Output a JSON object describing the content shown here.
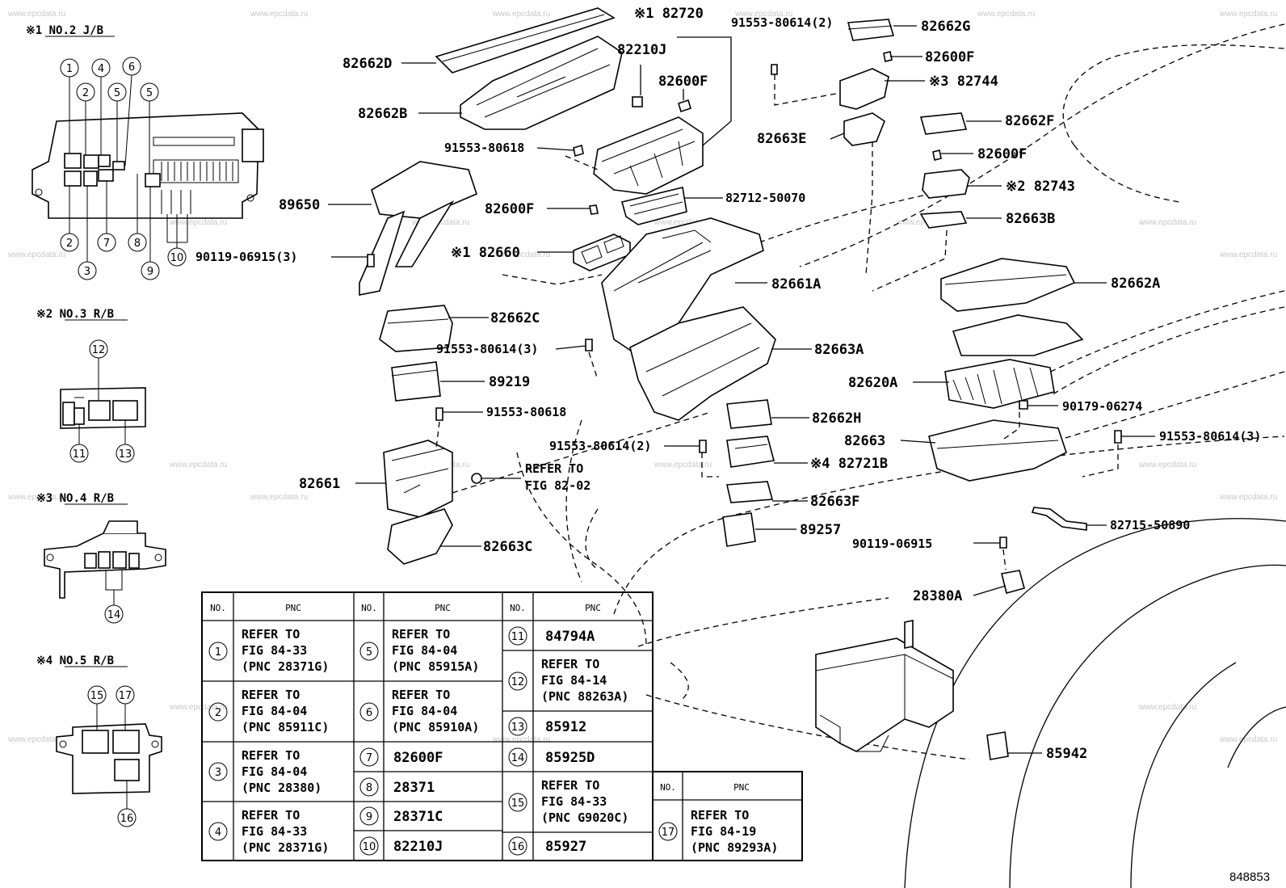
{
  "watermark": "www.epcdata.ru",
  "figure_number": "848853",
  "insets": [
    {
      "mark": "※1",
      "title": "NO.2 J/B",
      "callouts": [
        "1",
        "2",
        "3",
        "4",
        "5",
        "5",
        "6",
        "7",
        "8",
        "9",
        "10"
      ]
    },
    {
      "mark": "※2",
      "title": "NO.3 R/B",
      "callouts": [
        "11",
        "12",
        "13"
      ]
    },
    {
      "mark": "※3",
      "title": "NO.4 R/B",
      "callouts": [
        "14"
      ]
    },
    {
      "mark": "※4",
      "title": "NO.5 R/B",
      "callouts": [
        "15",
        "16",
        "17"
      ]
    }
  ],
  "part_labels": [
    {
      "text": "※1 82720"
    },
    {
      "text": "91553-80614(2)"
    },
    {
      "text": "82662G"
    },
    {
      "text": "82662D"
    },
    {
      "text": "82210J"
    },
    {
      "text": "82600F"
    },
    {
      "text": "82600F"
    },
    {
      "text": "※3 82744"
    },
    {
      "text": "82662B"
    },
    {
      "text": "82663E"
    },
    {
      "text": "82662F"
    },
    {
      "text": "91553-80618"
    },
    {
      "text": "82600F"
    },
    {
      "text": "※2 82743"
    },
    {
      "text": "89650"
    },
    {
      "text": "82712-50070"
    },
    {
      "text": "82600F"
    },
    {
      "text": "82663B"
    },
    {
      "text": "90119-06915(3)"
    },
    {
      "text": "※1 82660"
    },
    {
      "text": "82661A"
    },
    {
      "text": "82662A"
    },
    {
      "text": "82662C"
    },
    {
      "text": "91553-80614(3)"
    },
    {
      "text": "82663A"
    },
    {
      "text": "89219"
    },
    {
      "text": "82620A"
    },
    {
      "text": "91553-80618"
    },
    {
      "text": "90179-06274"
    },
    {
      "text": "82662H"
    },
    {
      "text": "82663"
    },
    {
      "text": "91553-80614(3)"
    },
    {
      "text": "91553-80614(2)"
    },
    {
      "text": "※4 82721B"
    },
    {
      "text": "82661"
    },
    {
      "text": "REFER TO"
    },
    {
      "text": "FIG 82-02"
    },
    {
      "text": "82663F"
    },
    {
      "text": "82715-50890"
    },
    {
      "text": "89257"
    },
    {
      "text": "90119-06915"
    },
    {
      "text": "82663C"
    },
    {
      "text": "28380A"
    },
    {
      "text": "85942"
    }
  ],
  "table": {
    "header_no": "NO.",
    "header_pnc": "PNC",
    "rows": [
      {
        "no": "1",
        "lines": [
          "REFER TO",
          "FIG 84-33",
          "(PNC 28371G)"
        ]
      },
      {
        "no": "2",
        "lines": [
          "REFER TO",
          "FIG 84-04",
          "(PNC 85911C)"
        ]
      },
      {
        "no": "3",
        "lines": [
          "REFER TO",
          "FIG 84-04",
          "(PNC 28380)"
        ]
      },
      {
        "no": "4",
        "lines": [
          "REFER TO",
          "FIG 84-33",
          "(PNC 28371G)"
        ]
      },
      {
        "no": "5",
        "lines": [
          "REFER TO",
          "FIG 84-04",
          "(PNC 85915A)"
        ]
      },
      {
        "no": "6",
        "lines": [
          "REFER TO",
          "FIG 84-04",
          "(PNC 85910A)"
        ]
      },
      {
        "no": "7",
        "lines": [
          "82600F"
        ]
      },
      {
        "no": "8",
        "lines": [
          "28371"
        ]
      },
      {
        "no": "9",
        "lines": [
          "28371C"
        ]
      },
      {
        "no": "10",
        "lines": [
          "82210J"
        ]
      },
      {
        "no": "11",
        "lines": [
          "84794A"
        ]
      },
      {
        "no": "12",
        "lines": [
          "REFER TO",
          "FIG 84-14",
          "(PNC 88263A)"
        ]
      },
      {
        "no": "13",
        "lines": [
          "85912"
        ]
      },
      {
        "no": "14",
        "lines": [
          "85925D"
        ]
      },
      {
        "no": "15",
        "lines": [
          "REFER TO",
          "FIG 84-33",
          "(PNC G9020C)"
        ]
      },
      {
        "no": "16",
        "lines": [
          "85927"
        ]
      },
      {
        "no": "17",
        "lines": [
          "REFER TO",
          "FIG 84-19",
          "(PNC 89293A)"
        ]
      }
    ]
  }
}
